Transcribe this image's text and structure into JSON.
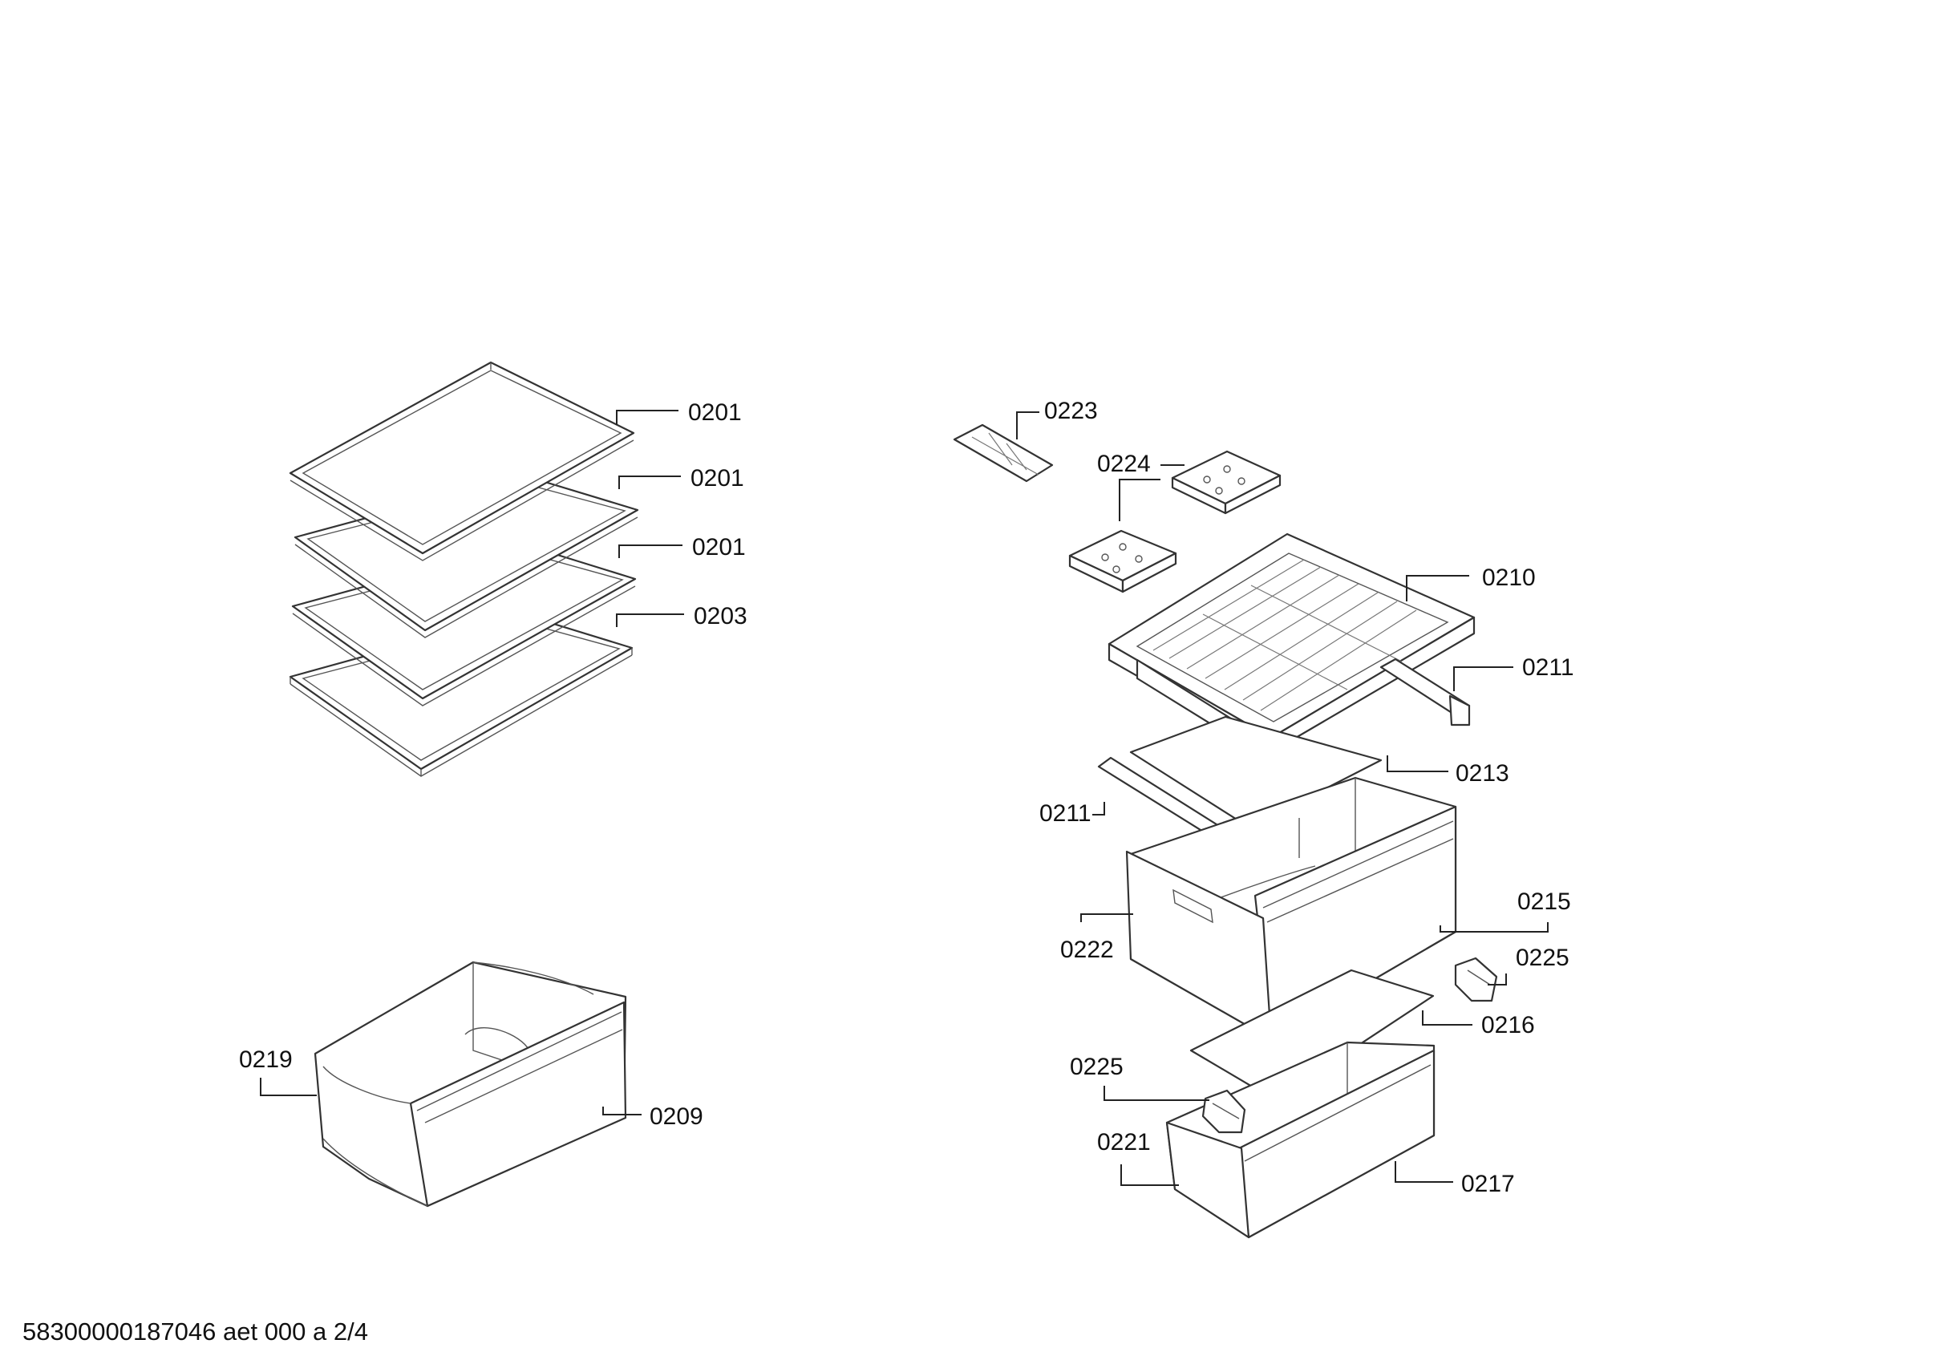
{
  "footer": {
    "text": "58300000187046 aet 000 a 2/4"
  },
  "parts": {
    "shelf_1": "0201",
    "shelf_2": "0201",
    "shelf_3": "0201",
    "shelf_4": "0203",
    "crisper_front": "0219",
    "crisper_drawer": "0209",
    "ice_tray": "0223",
    "cold_pack_top": "0224",
    "tray_lid": "0210",
    "rail_right": "0211",
    "glass_plate_upper": "0213",
    "rail_left": "0211",
    "freezer_drawer_upper": "0215",
    "drawer_front_upper": "0222",
    "clip_right": "0225",
    "glass_plate_lower": "0216",
    "clip_left": "0225",
    "drawer_front_lower": "0221",
    "freezer_drawer_lower": "0217"
  }
}
